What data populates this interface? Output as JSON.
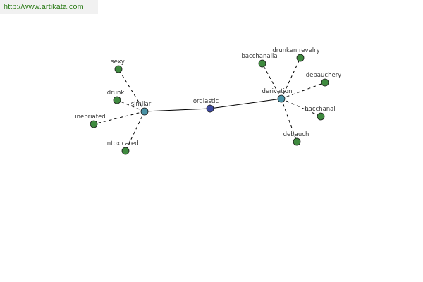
{
  "site": {
    "url": "http://www.artikata.com"
  },
  "colors": {
    "center": "#3e4aa0",
    "hub": "#4a93a6",
    "leaf": "#3f8a3f",
    "edge": "#000000"
  },
  "graph": {
    "center": {
      "id": "orgiastic",
      "label": "orgiastic"
    },
    "hubs": [
      {
        "id": "similar",
        "label": "similar",
        "relation": "similar",
        "children": [
          {
            "id": "sexy",
            "label": "sexy"
          },
          {
            "id": "drunk",
            "label": "drunk"
          },
          {
            "id": "inebriated",
            "label": "inebriated"
          },
          {
            "id": "intoxicated",
            "label": "intoxicated"
          }
        ]
      },
      {
        "id": "derivation",
        "label": "derivation",
        "relation": "derivation",
        "children": [
          {
            "id": "bacchanalia",
            "label": "bacchanalia"
          },
          {
            "id": "drunken-revelry",
            "label": "drunken revelry"
          },
          {
            "id": "debauchery",
            "label": "debauchery"
          },
          {
            "id": "bacchanal",
            "label": "bacchanal"
          },
          {
            "id": "debauch",
            "label": "debauch"
          }
        ]
      }
    ]
  }
}
